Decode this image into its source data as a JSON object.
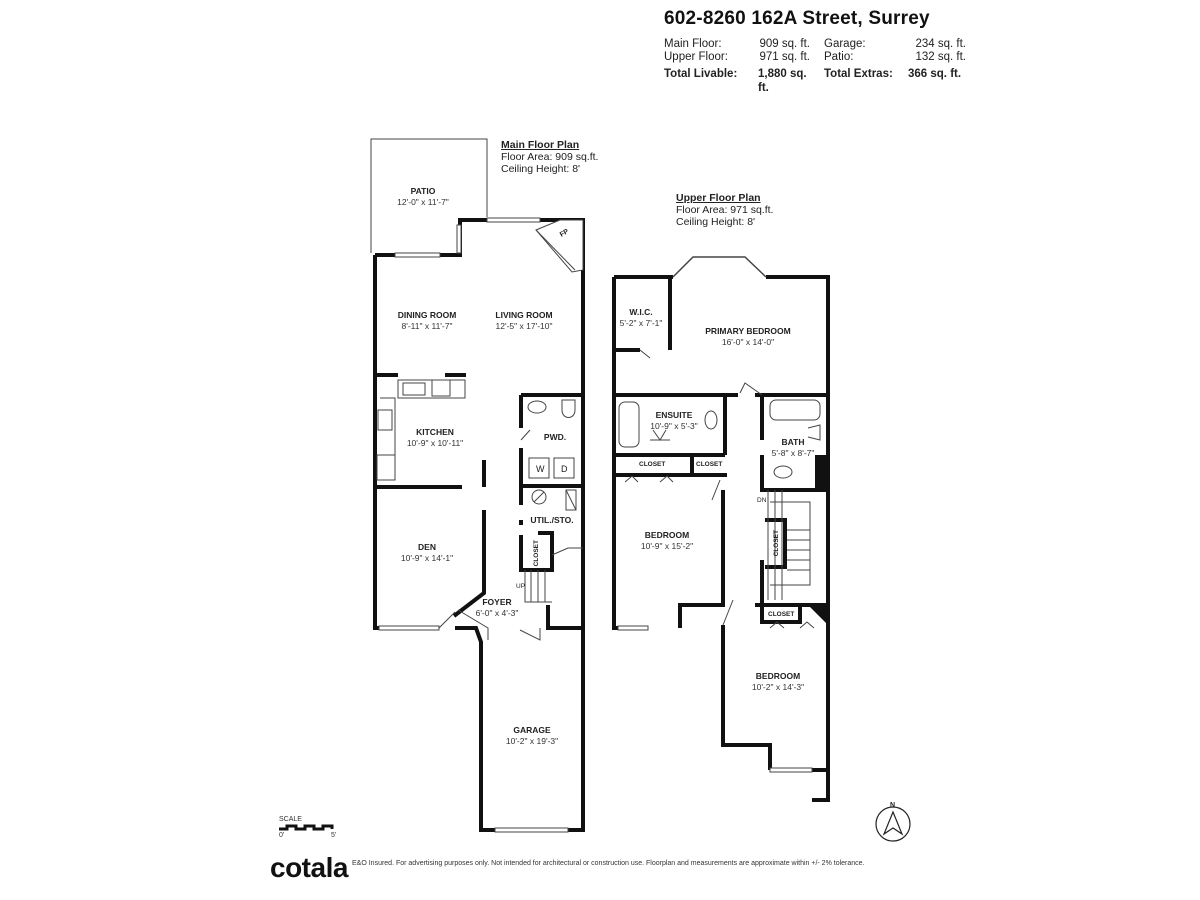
{
  "header": {
    "address": "602-8260 162A Street, Surrey",
    "stats": {
      "main_floor_label": "Main Floor:",
      "main_floor_value": "909 sq. ft.",
      "upper_floor_label": "Upper Floor:",
      "upper_floor_value": "971 sq. ft.",
      "garage_label": "Garage:",
      "garage_value": "234 sq. ft.",
      "patio_label": "Patio:",
      "patio_value": "132 sq. ft.",
      "total_livable_label": "Total Livable:",
      "total_livable_value": "1,880 sq. ft.",
      "total_extras_label": "Total Extras:",
      "total_extras_value": "366 sq. ft."
    }
  },
  "main_floor": {
    "title": "Main Floor Plan",
    "area": "Floor Area: 909 sq.ft.",
    "ceiling": "Ceiling Height: 8'",
    "rooms": {
      "patio": {
        "name": "PATIO",
        "dims": "12'-0\" x 11'-7\""
      },
      "dining": {
        "name": "DINING ROOM",
        "dims": "8'-11\" x 11'-7\""
      },
      "living": {
        "name": "LIVING ROOM",
        "dims": "12'-5\" x 17'-10\""
      },
      "kitchen": {
        "name": "KITCHEN",
        "dims": "10'-9\" x 10'-11\""
      },
      "pwd": {
        "name": "PWD.",
        "dims": ""
      },
      "util": {
        "name": "UTIL./STO.",
        "dims": ""
      },
      "den": {
        "name": "DEN",
        "dims": "10'-9\" x 14'-1\""
      },
      "foyer": {
        "name": "FOYER",
        "dims": "6'-0\" x 4'-3\""
      },
      "garage": {
        "name": "GARAGE",
        "dims": "10'-2\" x 19'-3\""
      }
    },
    "labels": {
      "fp": "FP",
      "washer": "W",
      "dryer": "D",
      "closet": "CLOSET",
      "up": "UP"
    }
  },
  "upper_floor": {
    "title": "Upper Floor Plan",
    "area": "Floor Area: 971 sq.ft.",
    "ceiling": "Ceiling Height: 8'",
    "rooms": {
      "wic": {
        "name": "W.I.C.",
        "dims": "5'-2\" x 7'-1\""
      },
      "primary": {
        "name": "PRIMARY BEDROOM",
        "dims": "16'-0\" x 14'-0\""
      },
      "ensuite": {
        "name": "ENSUITE",
        "dims": "10'-9\" x 5'-3\""
      },
      "bath": {
        "name": "BATH",
        "dims": "5'-8\" x 8'-7\""
      },
      "bedroom1": {
        "name": "BEDROOM",
        "dims": "10'-9\" x 15'-2\""
      },
      "bedroom2": {
        "name": "BEDROOM",
        "dims": "10'-2\" x 14'-3\""
      }
    },
    "labels": {
      "closet_a": "CLOSET",
      "closet_b": "CLOSET",
      "closet_c": "CLOSET",
      "closet_d": "CLOSET",
      "dn": "DN"
    }
  },
  "scale": {
    "label": "SCALE",
    "min": "0'",
    "max": "5'"
  },
  "compass": {
    "label": "N"
  },
  "footer": {
    "logo": "cotala",
    "disclaimer": "E&O Insured. For advertising purposes only. Not intended for architectural or construction use. Floorplan and measurements are approximate within +/- 2% tolerance."
  },
  "colors": {
    "wall": "#111111",
    "line": "#555555",
    "background": "#ffffff"
  }
}
